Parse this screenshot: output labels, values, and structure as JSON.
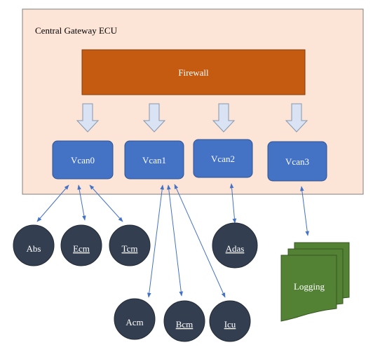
{
  "container": {
    "label": "Central Gateway ECU"
  },
  "firewall": {
    "label": "Firewall"
  },
  "vcans": [
    {
      "id": "vcan0",
      "label": "Vcan0"
    },
    {
      "id": "vcan1",
      "label": "Vcan1"
    },
    {
      "id": "vcan2",
      "label": "Vcan2"
    },
    {
      "id": "vcan3",
      "label": "Vcan3"
    }
  ],
  "ecus": [
    {
      "id": "abs",
      "label": "Abs",
      "connects_to": "Vcan0"
    },
    {
      "id": "ecm",
      "label": "Ecm",
      "connects_to": "Vcan0"
    },
    {
      "id": "tcm",
      "label": "Tcm",
      "connects_to": "Vcan0"
    },
    {
      "id": "acm",
      "label": "Acm",
      "connects_to": "Vcan1"
    },
    {
      "id": "bcm",
      "label": "Bcm",
      "connects_to": "Vcan1"
    },
    {
      "id": "icu",
      "label": "Icu",
      "connects_to": "Vcan1"
    },
    {
      "id": "adas",
      "label": "Adas",
      "connects_to": "Vcan2"
    }
  ],
  "logging": {
    "label": "Logging",
    "connects_to": "Vcan3"
  },
  "colors": {
    "container_fill": "#fce4d6",
    "firewall_fill": "#c55a11",
    "vcan_fill": "#4472c4",
    "ecu_fill": "#333f50",
    "logging_fill": "#548235",
    "arrow_fill": "#dae3f3",
    "connector": "#4472c4"
  }
}
